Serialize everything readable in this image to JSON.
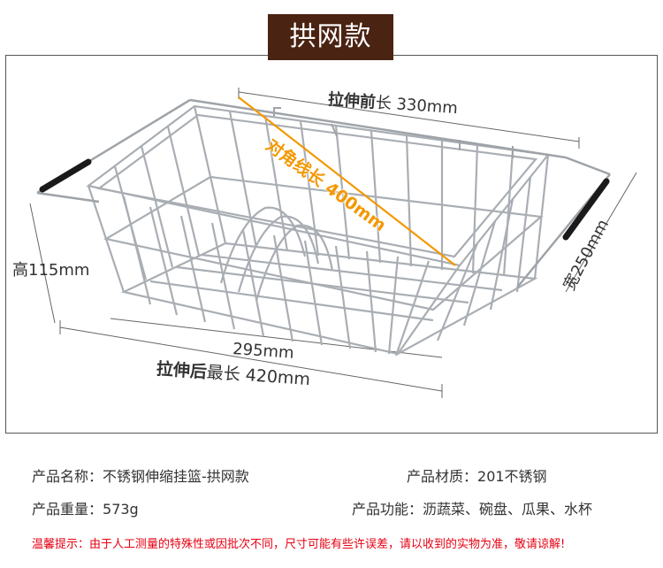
{
  "banner": {
    "title": "拱网款"
  },
  "dimensions": {
    "before_stretch_bold": "拉伸前",
    "before_stretch_rest": "长 330mm",
    "after_stretch_bold": "拉伸后",
    "after_stretch_rest": "最长 420mm",
    "inner_length": "295mm",
    "height": "高115mm",
    "width": "宽250mm",
    "diagonal": "对角线长  400mm"
  },
  "specs": {
    "name_label": "产品名称：",
    "name_value": "不锈钢伸缩挂篮-拱网款",
    "material_label": "产品材质：",
    "material_value": "201不锈钢",
    "weight_label": "产品重量：",
    "weight_value": "573g",
    "function_label": "产品功能：",
    "function_value": "沥蔬菜、碗盘、瓜果、水杯"
  },
  "notice": "温馨提示：由于人工测量的特殊性或因批次不同，尺寸可能有些许误差，请以收到的实物为准，敬请谅解!",
  "colors": {
    "banner": "#4a2312",
    "diagonal": "#f39800",
    "notice": "#e60012"
  }
}
